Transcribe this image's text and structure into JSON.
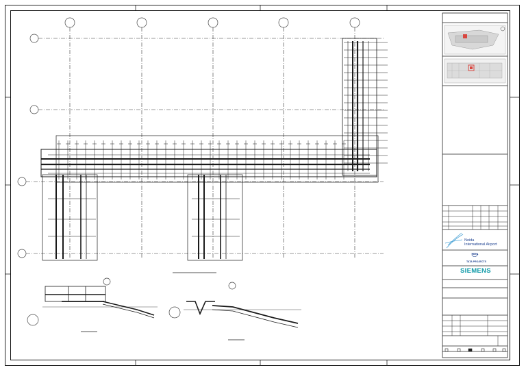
{
  "title_block": {
    "client_logo_text_line1": "Noida",
    "client_logo_text_line2": "International Airport",
    "contractor_mark": "TATA",
    "contractor_name": "TATA PROJECTS",
    "vendor_name": "SIEMENS"
  },
  "colors": {
    "line": "#1a1a1a",
    "grid": "#333333",
    "siemens": "#0f9aa8",
    "tata": "#1b3f8f",
    "noida_swoosh": "#4aa3d6",
    "keyplan_highlight": "#d9463f"
  },
  "icons": {
    "keyplan_top": "site-keyplan-thumbnail",
    "keyplan_bottom": "floor-keyplan-thumbnail",
    "noida_logo": "airport-swoosh-logo"
  }
}
